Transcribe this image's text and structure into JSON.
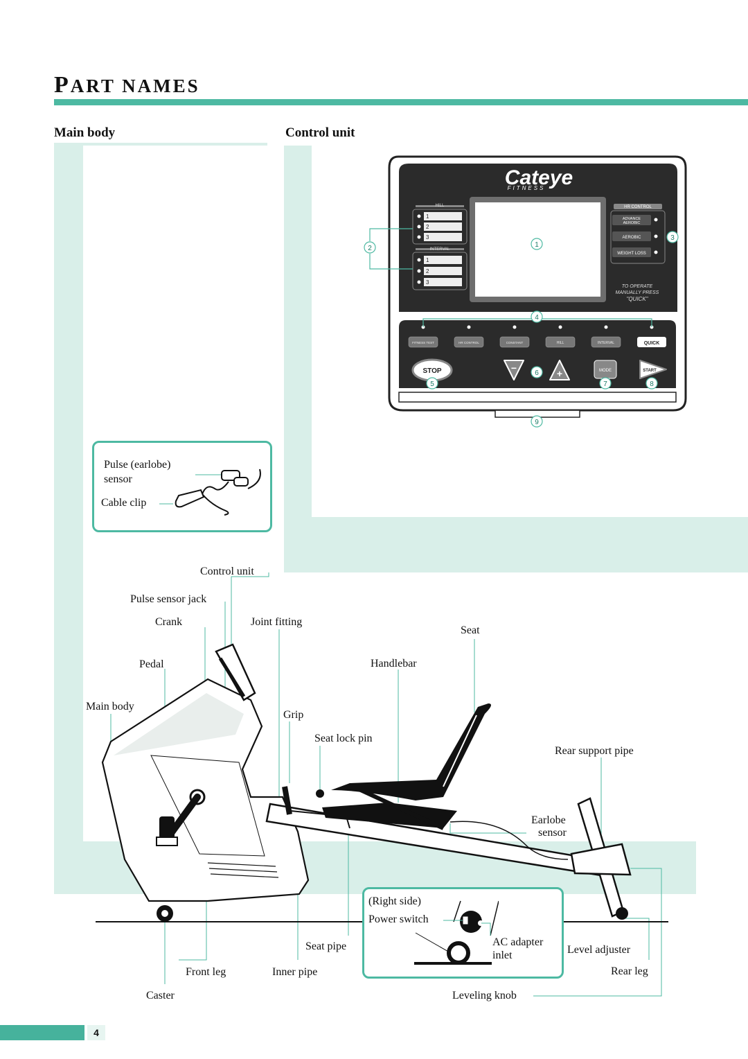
{
  "page": {
    "title_first": "P",
    "title_rest": "ART NAMES",
    "page_number": "4"
  },
  "sections": {
    "main_body": "Main body",
    "control_unit": "Control unit"
  },
  "control_unit": {
    "brand": "Cateye",
    "brand_sub": "FITNESS",
    "hill": "HILL",
    "interval": "INTERVAL",
    "hr_control": "HR CONTROL",
    "advance_aerobic": "ADVANCE AEROBIC",
    "aerobic": "AEROBIC",
    "weight_loss": "WEIGHT LOSS",
    "to_operate": "TO OPERATE",
    "manually_press": "MANUALLY PRESS",
    "quick_note": "\"QUICK\"",
    "program_buttons": [
      "FITNESS TEST",
      "HR CONTROL",
      "CONSTANT WATTAGE",
      "HILL",
      "INTERVAL",
      "QUICK"
    ],
    "stop": "STOP",
    "mode": "MODE",
    "start": "START",
    "plus": "+",
    "minus": "−",
    "row_numbers": [
      "1",
      "2",
      "3"
    ],
    "callouts": [
      "1",
      "2",
      "3",
      "4",
      "5",
      "6",
      "7",
      "8",
      "9"
    ]
  },
  "pulse_inset": {
    "pulse_sensor": "Pulse (earlobe)",
    "sensor": "sensor",
    "cable_clip": "Cable clip"
  },
  "labels": {
    "control_unit": "Control unit",
    "pulse_sensor_jack": "Pulse sensor jack",
    "crank": "Crank",
    "joint_fitting": "Joint fitting",
    "seat": "Seat",
    "pedal": "Pedal",
    "handlebar": "Handlebar",
    "main_body": "Main body",
    "grip": "Grip",
    "seat_lock_pin": "Seat lock pin",
    "rear_support_pipe": "Rear support pipe",
    "earlobe": "Earlobe",
    "earlobe_sensor": "sensor",
    "seat_pipe": "Seat pipe",
    "level_adjuster": "Level adjuster",
    "front_leg": "Front leg",
    "inner_pipe": "Inner pipe",
    "rear_leg": "Rear leg",
    "caster": "Caster",
    "leveling_knob": "Leveling knob"
  },
  "right_side_inset": {
    "right_side": "(Right side)",
    "power_switch": "Power switch",
    "ac_adapter": "AC adapter",
    "inlet": "inlet"
  },
  "colors": {
    "accent": "#4db9a2",
    "light": "#d9efe9",
    "panel": "#2b2b2b"
  }
}
